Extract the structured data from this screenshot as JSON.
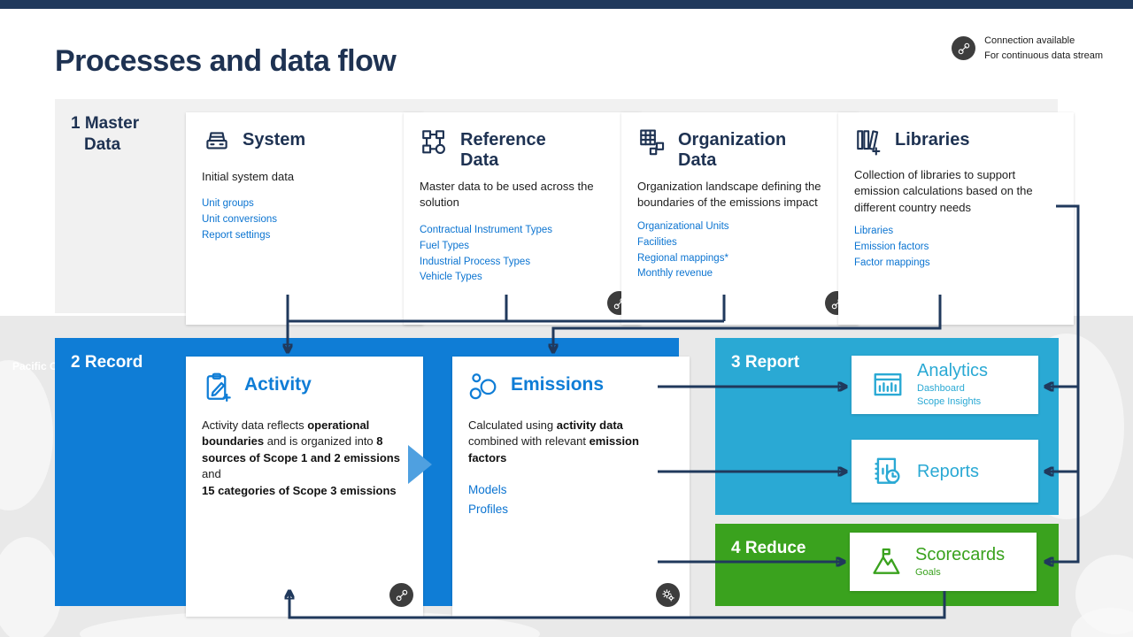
{
  "page": {
    "title": "Processes and data flow"
  },
  "legend": {
    "line1": "Connection available",
    "line2": "For continuous data stream"
  },
  "background": {
    "map_label": "Pacific Ocean"
  },
  "colors": {
    "navy": "#20395c",
    "title_navy": "#1e3252",
    "link_blue": "#0b74d1",
    "record_blue": "#0f7dd6",
    "report_cyan": "#2aa9d4",
    "reduce_green": "#3aa21e",
    "panel_gray": "#f1f1f1",
    "page_gray": "#e9e9e9",
    "badge_dark": "#3d3d3d",
    "chevron_blue": "#4fa0e0"
  },
  "sections": {
    "master": {
      "label_line1": "1 Master",
      "label_line2": "Data",
      "cards": [
        {
          "title": "System",
          "desc": "Initial system data",
          "links": [
            "Unit groups",
            "Unit conversions",
            "Report settings"
          ]
        },
        {
          "title": "Reference Data",
          "desc": "Master data to be used across the solution",
          "links": [
            "Contractual Instrument Types",
            "Fuel Types",
            "Industrial Process Types",
            "Vehicle Types"
          ]
        },
        {
          "title": "Organization Data",
          "desc": "Organization landscape defining the boundaries of the emissions impact",
          "links": [
            "Organizational Units",
            "Facilities",
            "Regional mappings*",
            "Monthly revenue"
          ]
        },
        {
          "title": "Libraries",
          "desc": "Collection of libraries to support emission calculations based on the different country needs",
          "links": [
            "Libraries",
            "Emission factors",
            "Factor mappings"
          ]
        }
      ]
    },
    "record": {
      "label": "2 Record",
      "cards": [
        {
          "title": "Activity",
          "desc_rich": [
            {
              "t": "Activity data reflects "
            },
            {
              "t": "operational boundaries",
              "b": 1
            },
            {
              "t": " and is organized into "
            },
            {
              "t": "8 sources of Scope 1 and 2 emissions",
              "b": 1
            },
            {
              "t": " and"
            },
            {
              "br": 1
            },
            {
              "t": "15 categories of Scope 3 emissions",
              "b": 1
            }
          ]
        },
        {
          "title": "Emissions",
          "desc_rich": [
            {
              "t": "Calculated using "
            },
            {
              "t": "activity data",
              "b": 1
            },
            {
              "t": " combined with relevant "
            },
            {
              "t": "emission factors",
              "b": 1
            }
          ],
          "links": [
            "Models",
            "Profiles"
          ]
        }
      ]
    },
    "report": {
      "label": "3 Report",
      "cards": [
        {
          "title": "Analytics",
          "links": [
            "Dashboard",
            "Scope Insights"
          ]
        },
        {
          "title": "Reports"
        }
      ]
    },
    "reduce": {
      "label": "4 Reduce",
      "cards": [
        {
          "title": "Scorecards",
          "links": [
            "Goals"
          ]
        }
      ]
    }
  }
}
